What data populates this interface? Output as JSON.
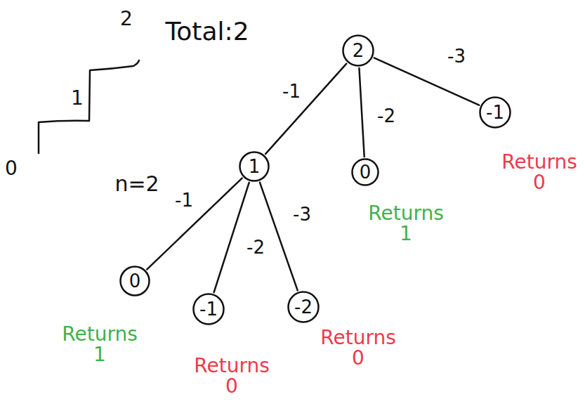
{
  "diagram": {
    "nodes": [
      {
        "text": [
          "2"
        ]
      },
      {
        "text": [
          "1"
        ]
      },
      {
        "text": [
          "0"
        ]
      },
      {
        "text": [
          "-1"
        ]
      },
      {
        "text": [
          "0"
        ]
      },
      {
        "text": [
          "-1"
        ]
      },
      {
        "text": [
          "-2"
        ]
      }
    ],
    "edges": [
      {
        "from": 0,
        "to": 1,
        "arrow": "none",
        "label": "-1"
      },
      {
        "from": 0,
        "to": 2,
        "arrow": "none",
        "label": "-2"
      },
      {
        "from": 0,
        "to": 3,
        "arrow": "none",
        "label": "-3"
      },
      {
        "from": 1,
        "to": 4,
        "arrow": "none",
        "label": "-1"
      },
      {
        "from": 1,
        "to": 5,
        "arrow": "none",
        "label": "-2"
      },
      {
        "from": 1,
        "to": 6,
        "arrow": "none",
        "label": "-3"
      }
    ],
    "labels": [
      "2",
      "Total:2",
      "1",
      "n=2",
      "0",
      "Returns 0",
      "Returns 1",
      "Returns 1",
      "Returns 0",
      "Returns 0"
    ]
  }
}
